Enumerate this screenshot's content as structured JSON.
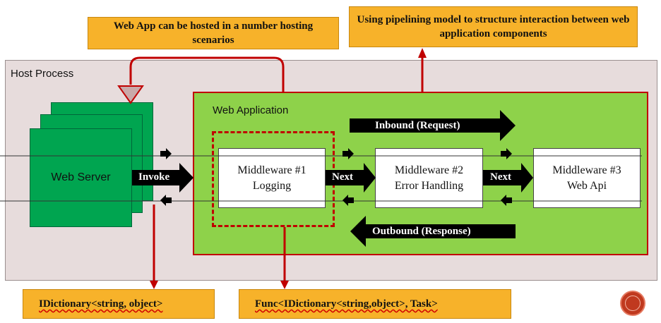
{
  "callouts": {
    "hosting": "Web App can be hosted in a number hosting scenarios",
    "pipelining": "Using pipelining model to structure interaction between web application components",
    "environment": "IDictionary<string, object>",
    "appfunc": "Func<IDictionary<string,object>, Task>"
  },
  "host_process": {
    "label": "Host Process"
  },
  "web_server": {
    "label": "Web Server"
  },
  "web_application": {
    "label": "Web Application"
  },
  "flows": {
    "inbound": "Inbound (Request)",
    "outbound": "Outbound (Response)",
    "invoke": "Invoke",
    "next_1": "Next",
    "next_2": "Next"
  },
  "middleware": [
    {
      "title": "Middleware #1",
      "subtitle": "Logging"
    },
    {
      "title": "Middleware #2",
      "subtitle": "Error Handling"
    },
    {
      "title": "Middleware #3",
      "subtitle": "Web Api"
    }
  ],
  "colors": {
    "callout": "#f7b22a",
    "host": "#e7dcdc",
    "webapp": "#8ed24a",
    "server": "#00a550",
    "border_red": "#c00000",
    "arrow_black": "#000000"
  }
}
